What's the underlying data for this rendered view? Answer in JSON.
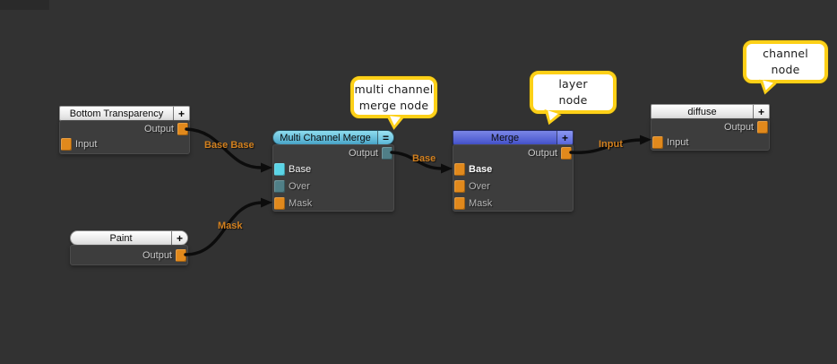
{
  "colors": {
    "background": "#323232",
    "node_body": "#3d3d3d",
    "header_light": "#efefef",
    "header_cyan": "#55b4d4",
    "header_blue": "#4f5fd0",
    "port_orange": "#e1891c",
    "port_cyan": "#5ad4e6",
    "port_teal": "#507f87",
    "wire": "#0c0c0c",
    "wire_label": "#d2801f",
    "callout_border": "#fdd017"
  },
  "nodes": {
    "bottom_transparency": {
      "title": "Bottom Transparency",
      "button": "+",
      "rows": {
        "output": "Output",
        "input": "Input"
      }
    },
    "paint": {
      "title": "Paint",
      "button": "+",
      "rows": {
        "output": "Output"
      }
    },
    "multi_channel_merge": {
      "title": "Multi Channel Merge",
      "button": "=",
      "rows": {
        "output": "Output",
        "base": "Base",
        "over": "Over",
        "mask": "Mask"
      }
    },
    "merge": {
      "title": "Merge",
      "button": "+",
      "rows": {
        "output": "Output",
        "base": "Base",
        "over": "Over",
        "mask": "Mask"
      }
    },
    "diffuse": {
      "title": "diffuse",
      "button": "+",
      "rows": {
        "output": "Output",
        "input": "Input"
      }
    }
  },
  "wire_labels": {
    "bt_to_mcm": "Base Base",
    "paint_to_mcm": "Mask",
    "mcm_to_merge": "Base",
    "merge_to_diffuse": "Input"
  },
  "callouts": {
    "mcm": {
      "line1": "multi channel",
      "line2": "merge node"
    },
    "layer": {
      "line1": "layer",
      "line2": "node"
    },
    "channel": {
      "line1": "channel",
      "line2": "node"
    }
  }
}
